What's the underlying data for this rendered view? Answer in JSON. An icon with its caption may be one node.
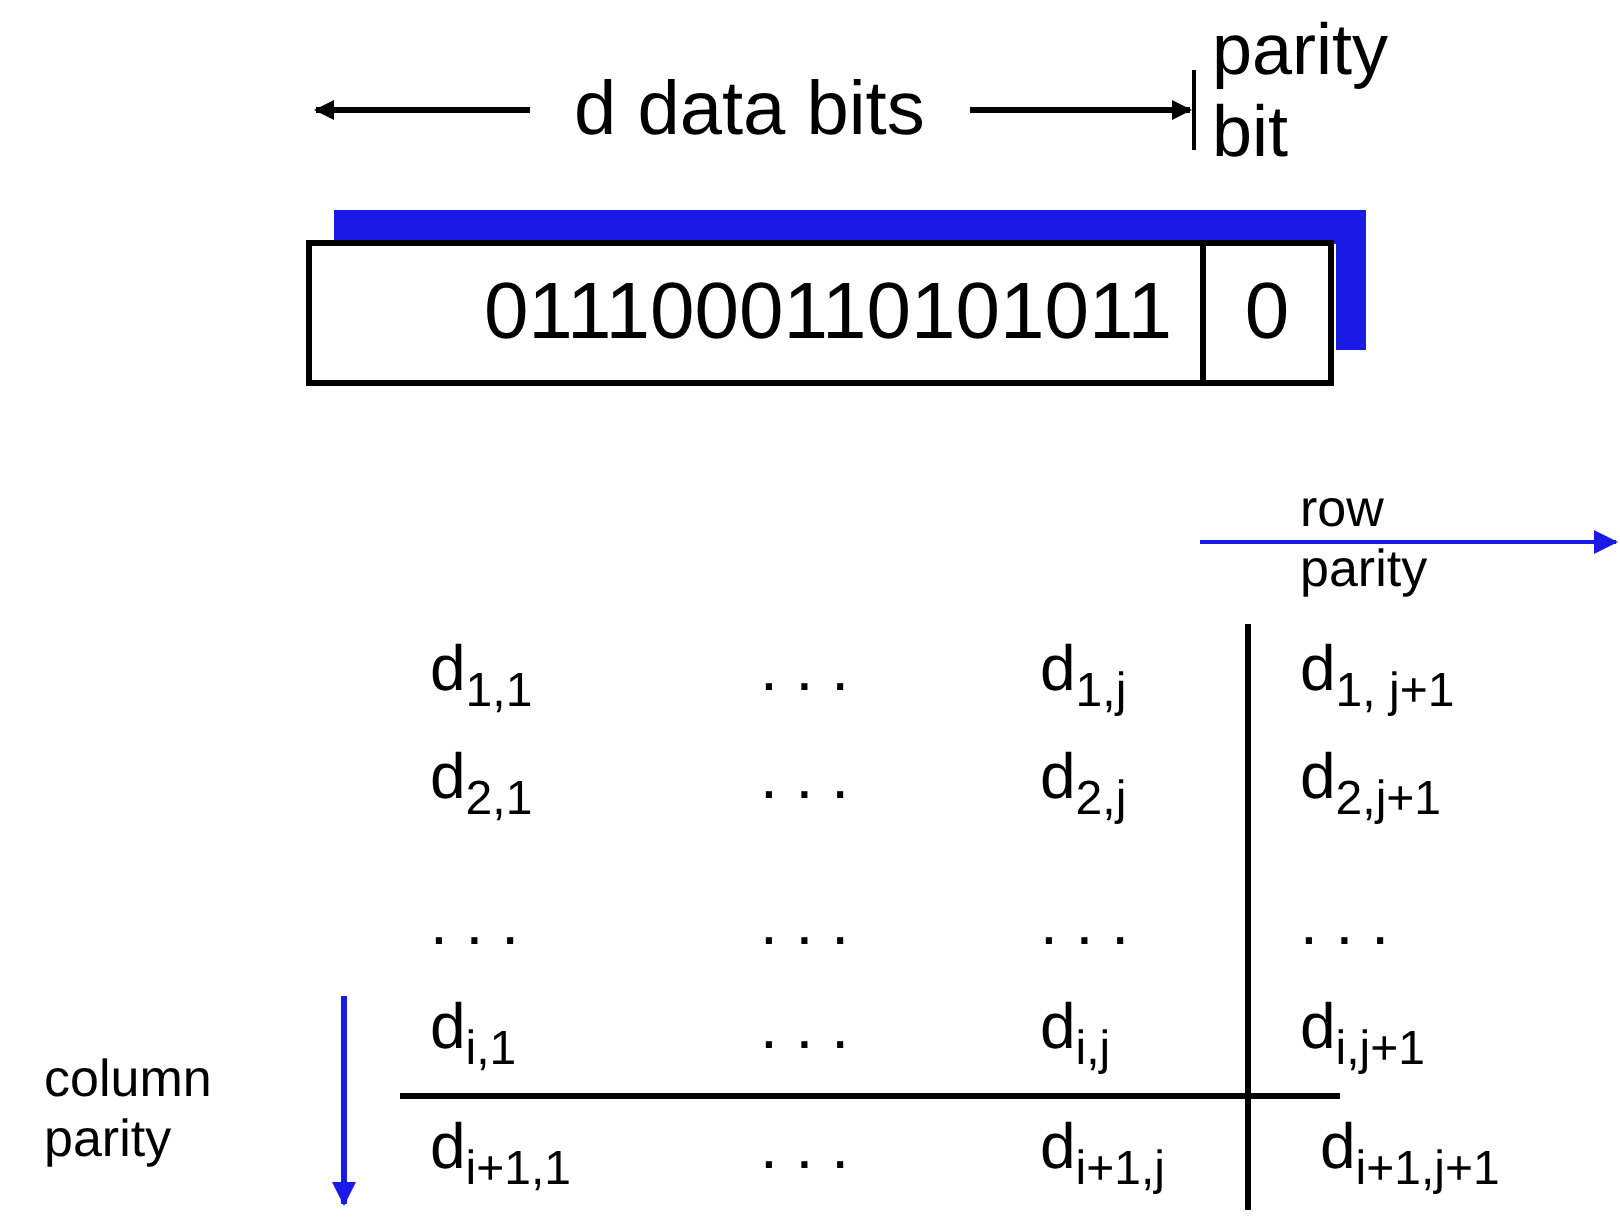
{
  "diagram": {
    "nodes": [
      {
        "text": [
          "0111000110101011"
        ]
      },
      {
        "text": [
          "0"
        ]
      }
    ],
    "labels": [
      "d data bits",
      "parity bit",
      "row parity",
      "d$_{1,1}$",
      ". . .",
      "d$_{1,j}$",
      "d$_{1, j+1}$",
      "d$_{2,1}$",
      ". . .",
      "d$_{2,j}$",
      "d$_{2,j+1}$",
      ". . .",
      ". . .",
      ". . .",
      ". . .",
      "d$_{i,1}$",
      ". . .",
      "d$_{i,j}$",
      "d$_{i,j+1}$",
      "column parity",
      "d$_{i+1,1}$",
      ". . .",
      "d$_{i+1,j}$",
      "d$_{i+1,j+1}$"
    ]
  }
}
